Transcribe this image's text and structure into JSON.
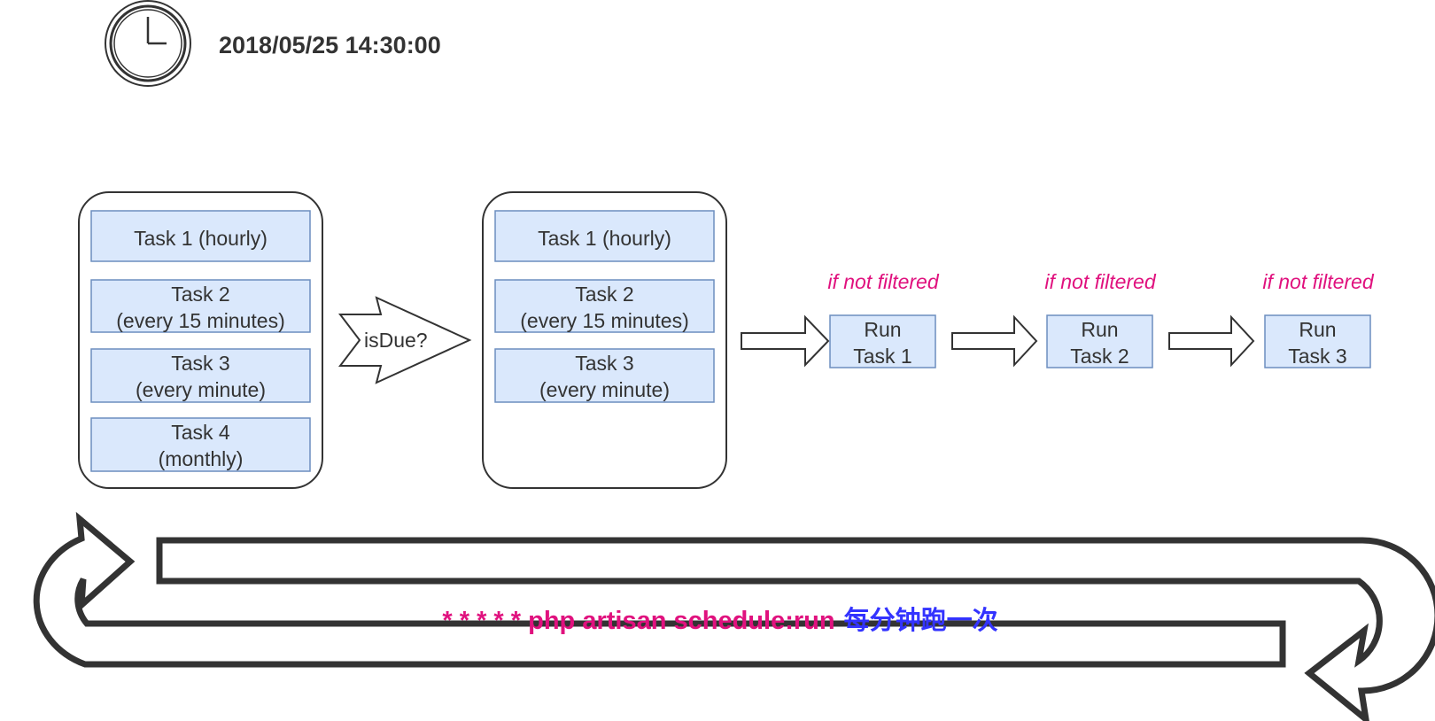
{
  "clock": {
    "icon": "clock-icon",
    "timestamp": "2018/05/25 14:30:00"
  },
  "all_tasks": [
    {
      "lines": [
        "Task 1 (hourly)"
      ]
    },
    {
      "lines": [
        "Task 2",
        "(every 15 minutes)"
      ]
    },
    {
      "lines": [
        "Task 3",
        "(every minute)"
      ]
    },
    {
      "lines": [
        "Task 4",
        "(monthly)"
      ]
    }
  ],
  "due_label": "isDue?",
  "due_tasks": [
    {
      "lines": [
        "Task 1 (hourly)"
      ]
    },
    {
      "lines": [
        "Task 2",
        "(every 15 minutes)"
      ]
    },
    {
      "lines": [
        "Task 3",
        "(every minute)"
      ]
    }
  ],
  "runs": [
    {
      "condition": "if not filtered",
      "lines": [
        "Run",
        "Task 1"
      ]
    },
    {
      "condition": "if not filtered",
      "lines": [
        "Run",
        "Task 2"
      ]
    },
    {
      "condition": "if not filtered",
      "lines": [
        "Run",
        "Task 3"
      ]
    }
  ],
  "loop": {
    "command": "* * * * * php artisan schedule:run",
    "note": "每分钟跑一次"
  },
  "colors": {
    "task_fill": "#dae8fc",
    "task_stroke": "#6c8ebf",
    "condition": "#e0117e",
    "command": "#e0117e",
    "note": "#3333ff",
    "stroke": "#333333"
  }
}
